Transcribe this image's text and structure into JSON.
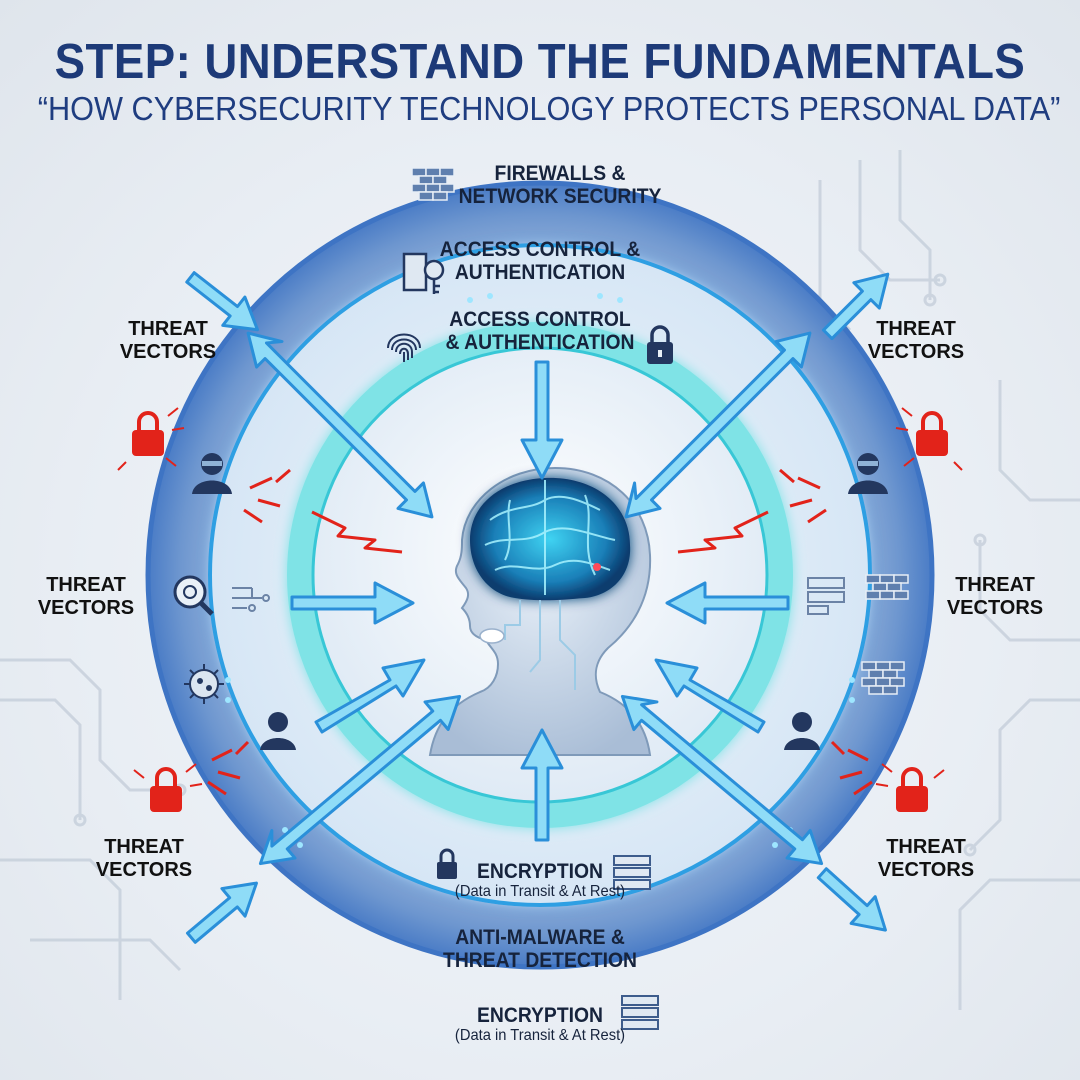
{
  "header": {
    "title": "STEP: UNDERSTAND THE FUNDAMENTALS",
    "subtitle": "“HOW CYBERSECURITY TECHNOLOGY PROTECTS PERSONAL DATA”"
  },
  "layers": {
    "firewalls": {
      "line1": "FIREWALLS &",
      "line2": "NETWORK SECURITY"
    },
    "access_outer": {
      "line1": "ACCESS CONTROL &",
      "line2": "AUTHENTICATION"
    },
    "access_inner": {
      "line1": "ACCESS CONTROL",
      "line2": "& AUTHENTICATION"
    },
    "encryption_inner": {
      "line1": "ENCRYPTION",
      "line2": "(Data in Transit & At Rest)"
    },
    "anti_malware": {
      "line1": "ANTI-MALWARE &",
      "line2": "THREAT DETECTION"
    },
    "encryption_outer": {
      "line1": "ENCRYPTION",
      "line2": "(Data in Transit & At Rest)"
    }
  },
  "threats": {
    "top_left": {
      "line1": "THREAT",
      "line2": "VECTORS"
    },
    "top_right": {
      "line1": "THREAT",
      "line2": "VECTORS"
    },
    "mid_left": {
      "line1": "THREAT",
      "line2": "VECTORS"
    },
    "mid_right": {
      "line1": "THREAT",
      "line2": "VECTORS"
    },
    "bottom_left": {
      "line1": "THREAT",
      "line2": "VECTORS"
    },
    "bottom_right": {
      "line1": "THREAT",
      "line2": "VECTORS"
    }
  },
  "colors": {
    "title": "#1d3a78",
    "outer_ring": "#5b8fd4",
    "teal_ring": "#7fe3e6",
    "arrow": "#8fdcf7",
    "arrow_stroke": "#2a8fd9",
    "threat_red": "#e2231a",
    "icon_navy": "#23375f"
  },
  "icons": [
    "firewall-icon",
    "door-key-icon",
    "fingerprint-icon",
    "padlock-icon",
    "server-icon",
    "brain-head-icon",
    "hacker-icon",
    "red-lock-icon",
    "magnifier-virus-icon",
    "virus-icon",
    "lightning-icon",
    "circuit-icon"
  ]
}
